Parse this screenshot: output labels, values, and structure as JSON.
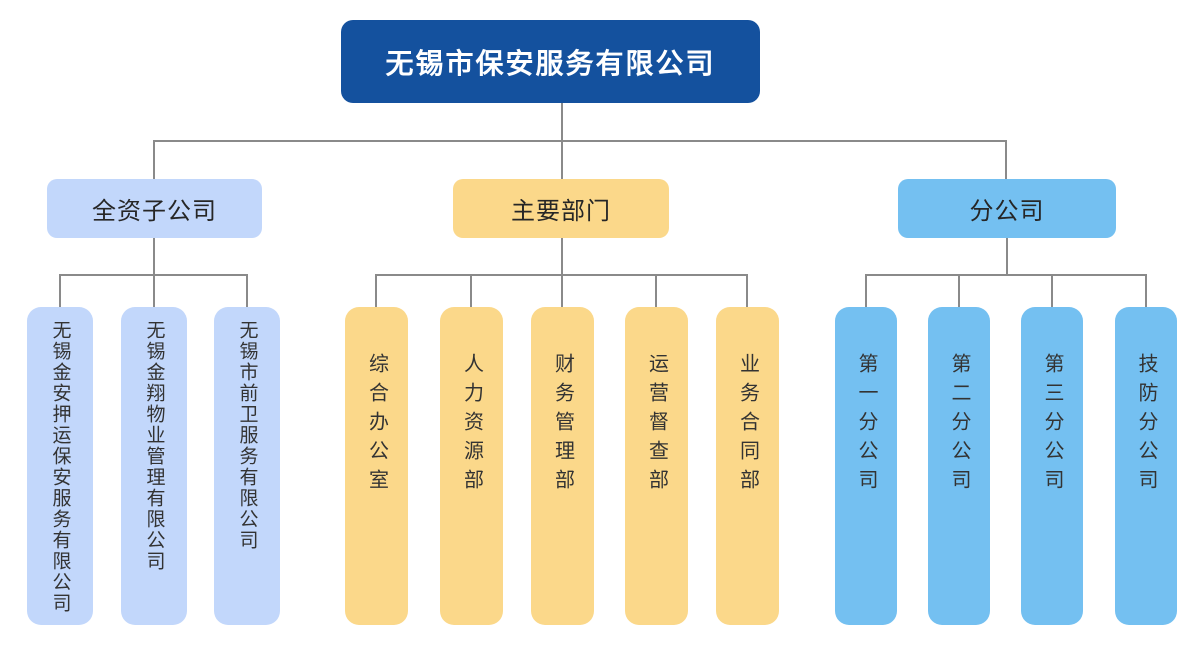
{
  "colors": {
    "root_bg": "#14519e",
    "root_text": "#ffffff",
    "subsidiary_bg": "#c2d7fb",
    "department_bg": "#fbd88a",
    "branch_bg": "#74c0f1",
    "node_text": "#333333",
    "connector": "#8a8a8a"
  },
  "chart_data": {
    "type": "org-tree",
    "root": "无锡市保安服务有限公司",
    "groups": [
      {
        "label": "全资子公司",
        "children": [
          "无锡金安押运保安服务有限公司",
          "无锡金翔物业管理有限公司",
          "无锡市前卫服务有限公司"
        ]
      },
      {
        "label": "主要部门",
        "children": [
          "综合办公室",
          "人力资源部",
          "财务管理部",
          "运营督查部",
          "业务合同部"
        ]
      },
      {
        "label": "分公司",
        "children": [
          "第一分公司",
          "第二分公司",
          "第三分公司",
          "技防分公司"
        ]
      }
    ]
  }
}
